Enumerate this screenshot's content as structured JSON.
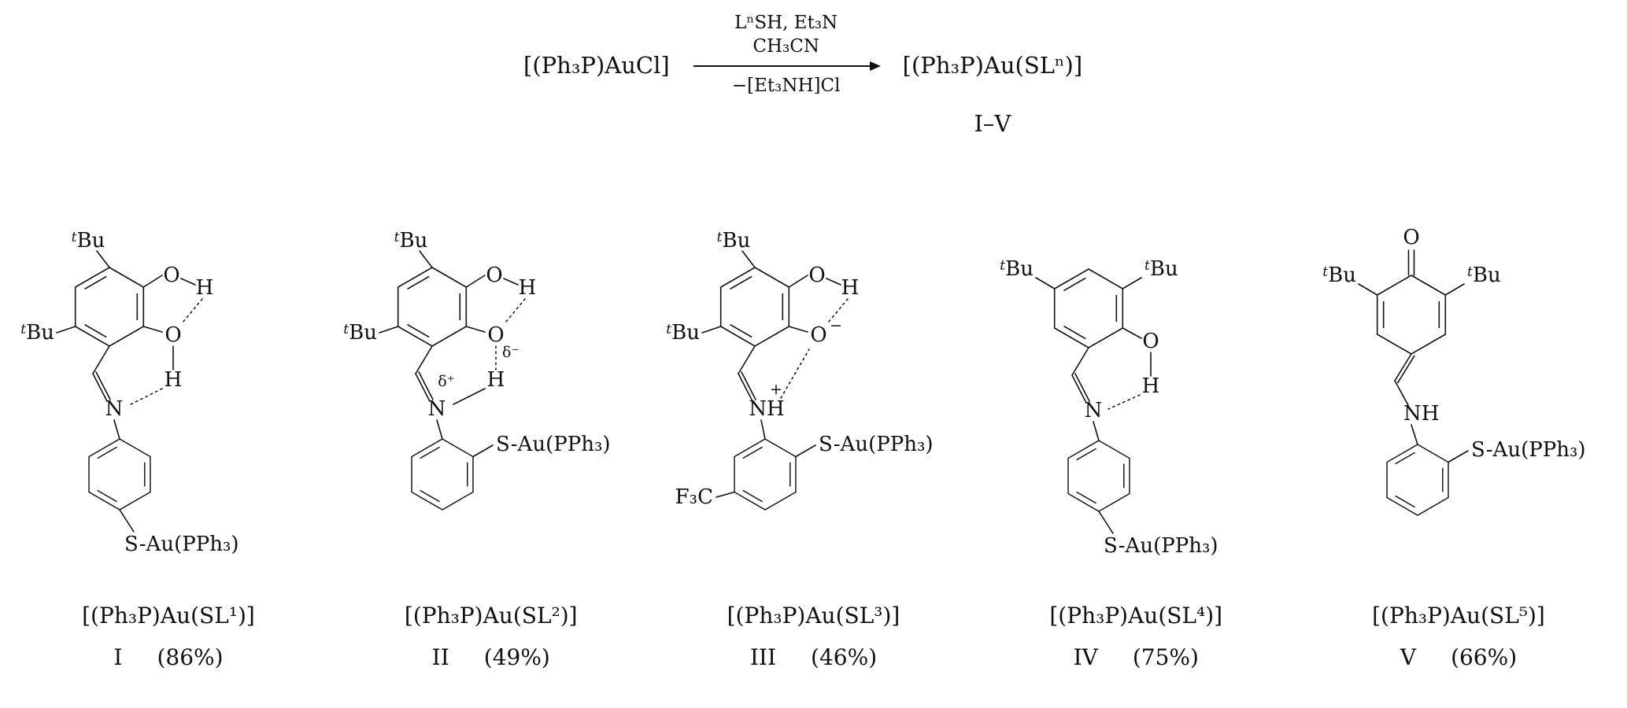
{
  "reaction": {
    "reactant": "[(Ph₃P)AuCl]",
    "conditions_line1": "LⁿSH, Et₃N",
    "conditions_line2": "CH₃CN",
    "below_arrow": "−[Et₃NH]Cl",
    "product": "[(Ph₃P)Au(SLⁿ)]",
    "product_numerals": "I–V"
  },
  "atoms": {
    "tbu_t": "t",
    "bu": "Bu",
    "o": "O",
    "h": "H",
    "n": "N",
    "nh": "NH",
    "s_au": "S-Au(PPh₃)",
    "f3c": "F₃C",
    "delta_plus": "δ⁺",
    "delta_minus": "δ⁻",
    "minus": "−",
    "plus": "+"
  },
  "structures": [
    {
      "formula": "[(Ph₃P)Au(SL¹)]",
      "numeral": "I",
      "yield": "(86%)"
    },
    {
      "formula": "[(Ph₃P)Au(SL²)]",
      "numeral": "II",
      "yield": "(49%)"
    },
    {
      "formula": "[(Ph₃P)Au(SL³)]",
      "numeral": "III",
      "yield": "(46%)"
    },
    {
      "formula": "[(Ph₃P)Au(SL⁴)]",
      "numeral": "IV",
      "yield": "(75%)"
    },
    {
      "formula": "[(Ph₃P)Au(SL⁵)]",
      "numeral": "V",
      "yield": "(66%)"
    }
  ]
}
